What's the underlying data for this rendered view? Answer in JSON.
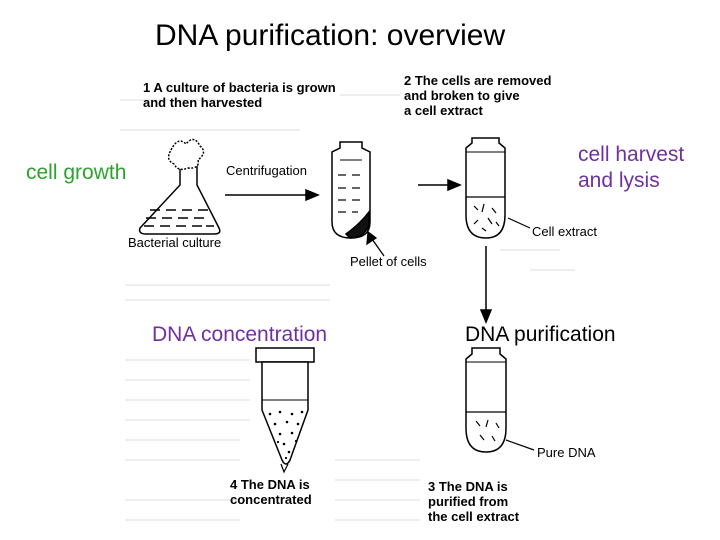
{
  "title": "DNA purification: overview",
  "labels": {
    "cell_growth": "cell growth",
    "cell_harvest": "cell harvest\nand lysis",
    "dna_concentration": "DNA concentration",
    "dna_purification": "DNA purification"
  },
  "steps": {
    "step1": "1  A culture of bacteria is grown\n    and then harvested",
    "step2": "2  The cells are removed\n    and broken to give\n    a cell extract",
    "step3": "3  The DNA is\n    purified from\n    the cell extract",
    "step4": "4  The DNA is\n    concentrated"
  },
  "annotations": {
    "centrifugation": "Centrifugation",
    "bacterial_culture": "Bacterial culture",
    "pellet": "Pellet of cells",
    "cell_extract": "Cell extract",
    "pure_dna": "Pure DNA"
  },
  "colors": {
    "accent_green": "#2ea12e",
    "accent_purple": "#7030a0",
    "line": "#000000",
    "bleed": "#d6d6d6"
  }
}
